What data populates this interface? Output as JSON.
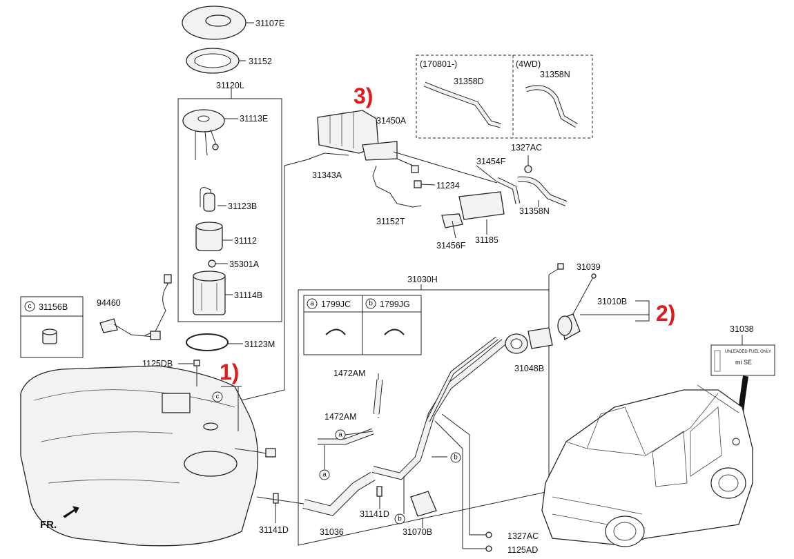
{
  "labels": {
    "p31107E": "31107E",
    "p31152": "31152",
    "p31120L": "31120L",
    "p31113E": "31113E",
    "p31123B": "31123B",
    "p31112": "31112",
    "p35301A": "35301A",
    "p31114B": "31114B",
    "p31123M": "31123M",
    "p31156B": "31156B",
    "p94460": "94460",
    "p1125DB": "1125DB",
    "p31450A": "31450A",
    "p31343A": "31343A",
    "p11234": "11234",
    "p31152T": "31152T",
    "p31454F": "31454F",
    "p1327AC_top": "1327AC",
    "p31358N_main": "31358N",
    "p31185": "31185",
    "p31456F": "31456F",
    "p31358D": "31358D",
    "p31358N_4wd": "31358N",
    "variant_170801": "(170801-)",
    "variant_4wd": "(4WD)",
    "p31030H": "31030H",
    "p1799JC": "1799JC",
    "p1799JG": "1799JG",
    "p1472AM_1": "1472AM",
    "p1472AM_2": "1472AM",
    "p31039": "31039",
    "p31010B": "31010B",
    "p31048B": "31048B",
    "p31038": "31038",
    "p31036": "31036",
    "p31141D_1": "31141D",
    "p31141D_2": "31141D",
    "p31070B": "31070B",
    "p1327AC_bottom": "1327AC",
    "p1125AD": "1125AD",
    "fr": "FR.",
    "callout_1": "1)",
    "callout_2": "2)",
    "callout_3": "3)",
    "circle_a": "a",
    "circle_b": "b",
    "circle_c": "c",
    "label_sticker_line1": "UNLEADED FUEL ONLY",
    "label_sticker_line2": "mi SE"
  },
  "colors": {
    "callout_red": "#e01a1a",
    "line": "#222222",
    "part_fill": "#f2f2f2"
  }
}
